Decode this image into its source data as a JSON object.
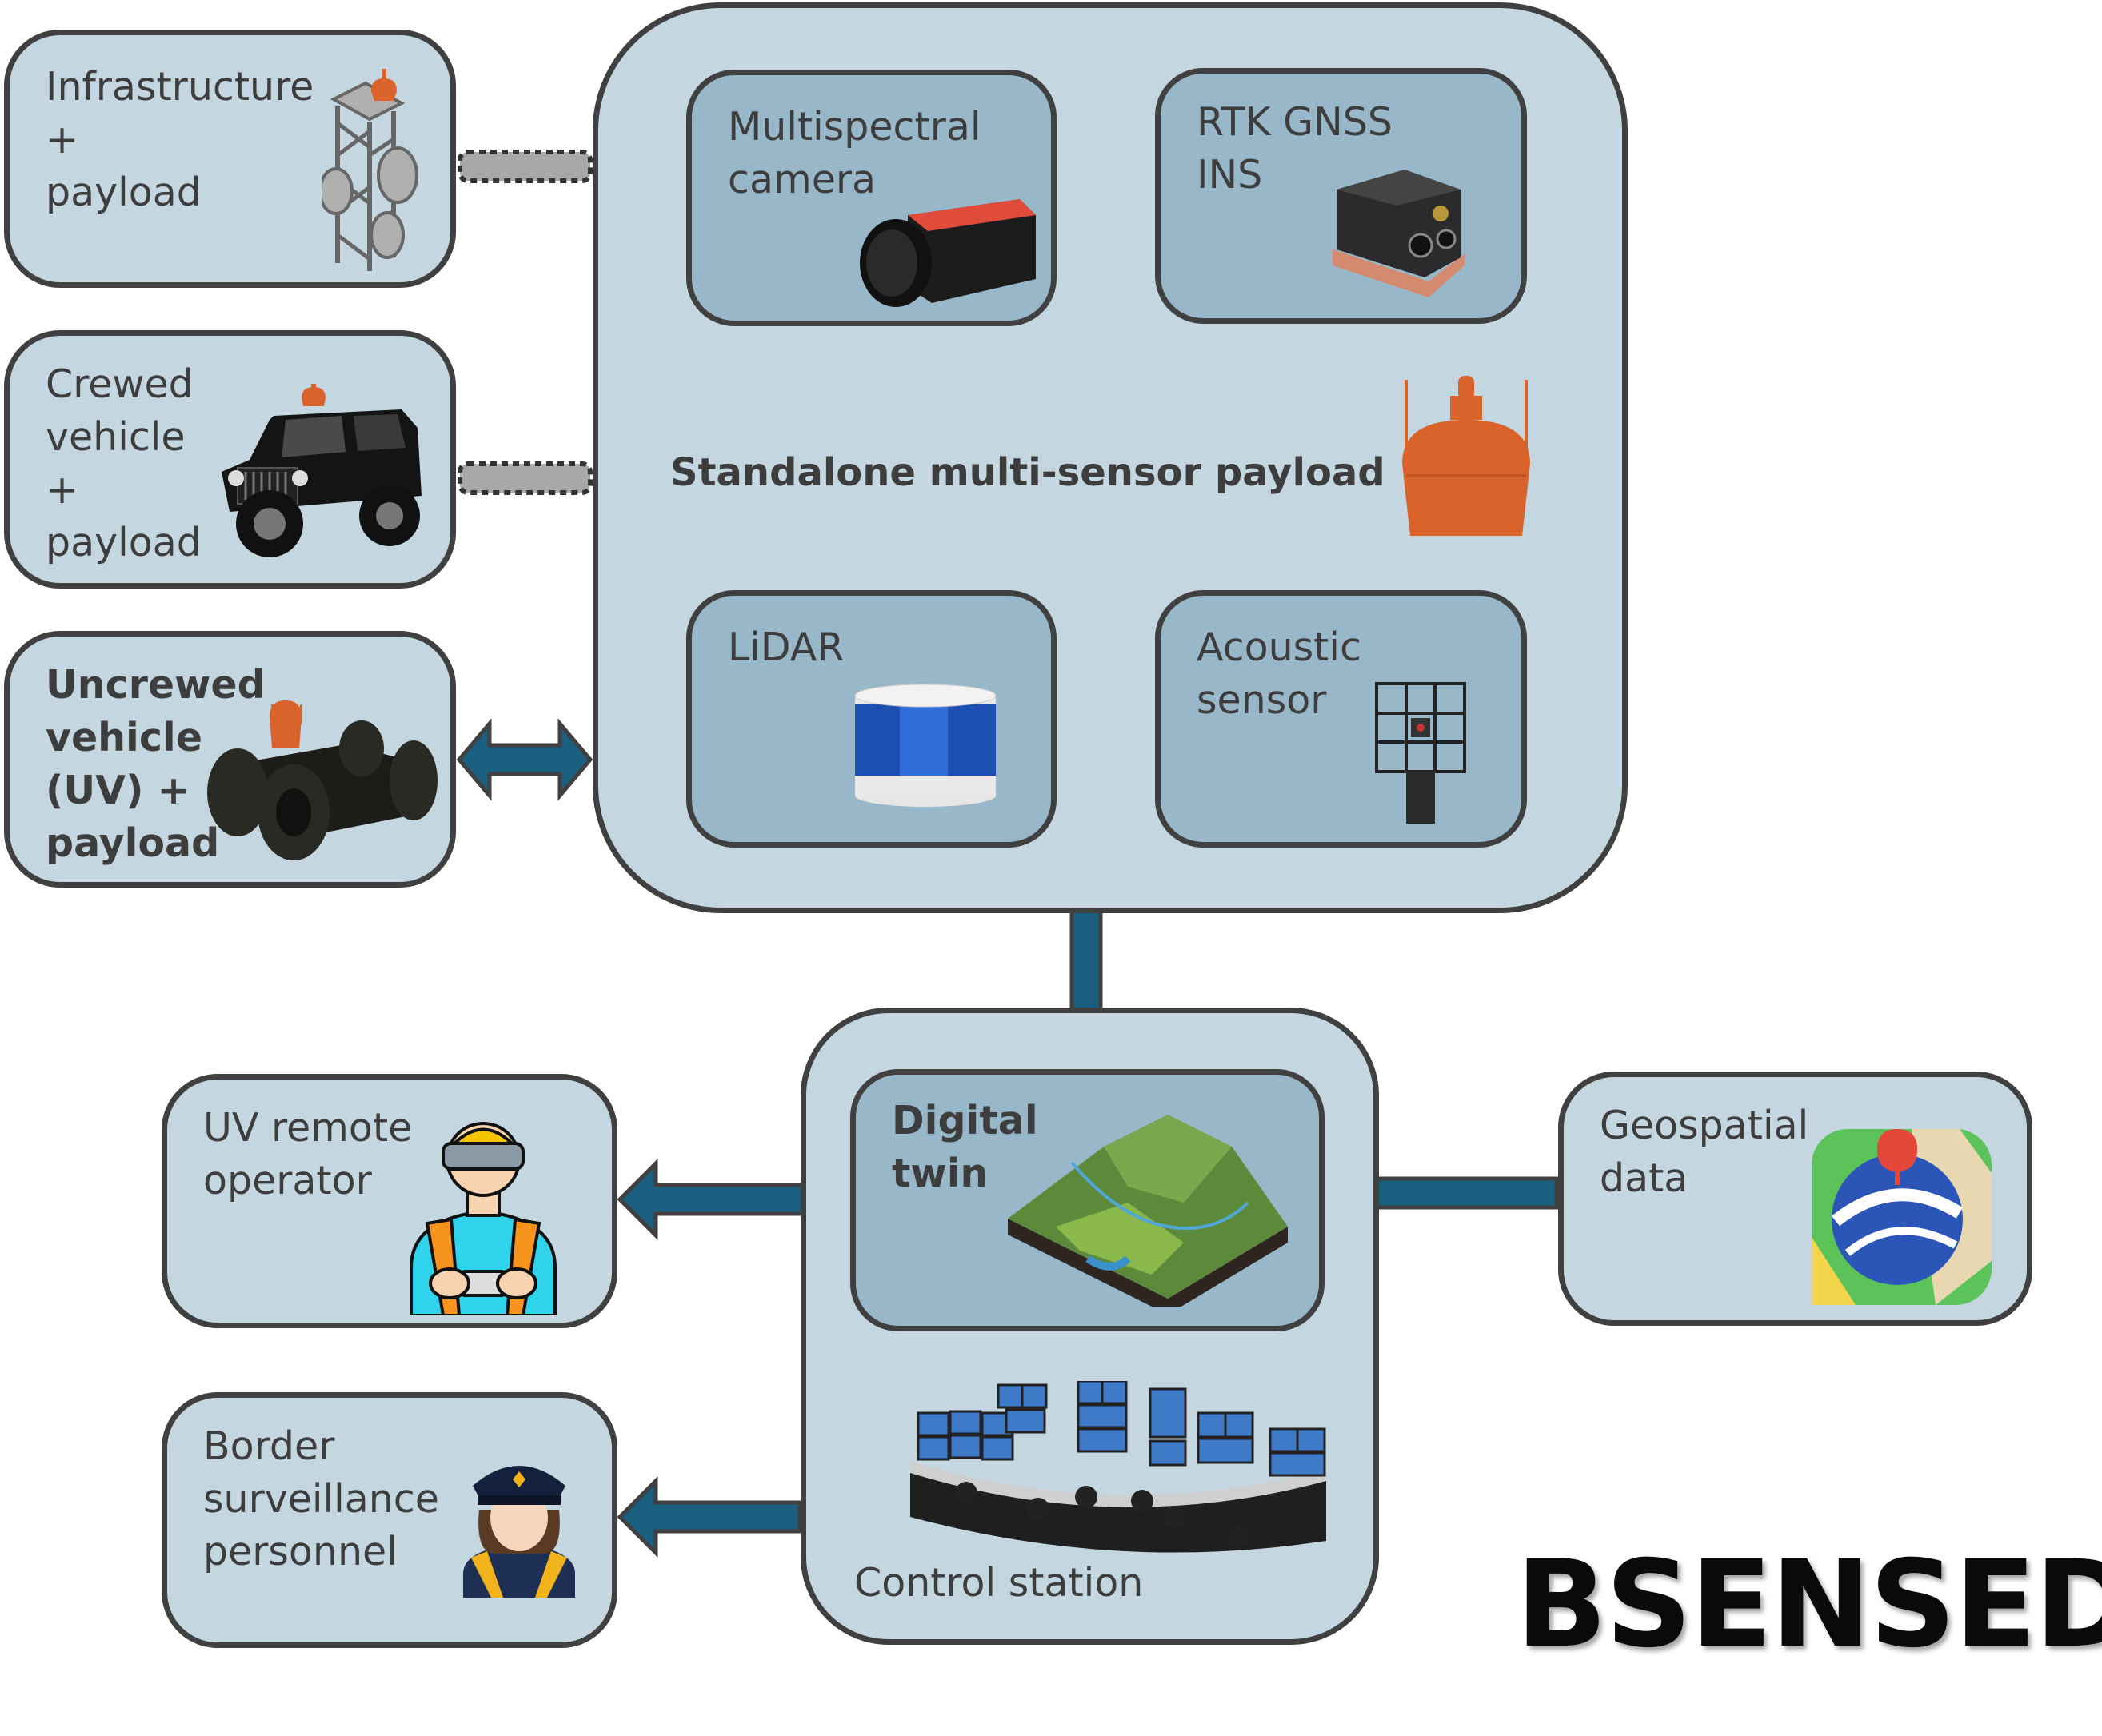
{
  "left_platforms": [
    {
      "label": "Infrastructure\n      +\npayload",
      "icon": "tower-icon"
    },
    {
      "label": "Crewed\nvehicle\n      +\npayload",
      "icon": "jeep-icon"
    },
    {
      "label": "Uncrewed\nvehicle\n(UV) +\npayload",
      "icon": "robot-vehicle-icon"
    }
  ],
  "payload": {
    "title": "Standalone multi-sensor payload",
    "icon": "payload-device-icon",
    "sensors": [
      {
        "label": "Multispectral\ncamera",
        "icon": "camera-icon"
      },
      {
        "label": "RTK GNSS\nINS",
        "icon": "gnss-box-icon"
      },
      {
        "label": "LiDAR",
        "icon": "lidar-icon"
      },
      {
        "label": "Acoustic\nsensor",
        "icon": "microphone-array-icon"
      }
    ]
  },
  "control_station": {
    "label": "Control station",
    "icon": "control-room-icon",
    "digital_twin": {
      "label": "Digital\ntwin",
      "icon": "terrain-icon"
    }
  },
  "users": [
    {
      "label": "UV remote\noperator",
      "icon": "vr-operator-icon"
    },
    {
      "label": "Border\nsurveillance\npersonnel",
      "icon": "police-officer-icon"
    }
  ],
  "geospatial": {
    "label": "Geospatial\ndata",
    "icon": "map-globe-icon"
  },
  "logo": "BSENSED",
  "colors": {
    "outer_box": "#c4d6e0",
    "inner_box": "#98b8ca",
    "border": "#404040",
    "arrow": "#1a5e80",
    "dotted_link": "#a8a8a8",
    "payload_orange": "#d9632a"
  }
}
